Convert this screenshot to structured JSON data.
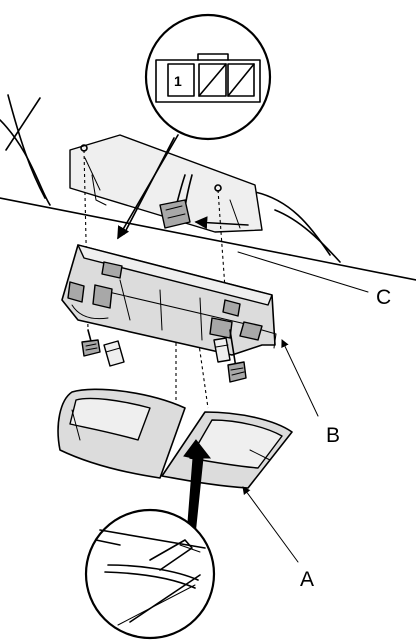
{
  "callouts": {
    "a": "A",
    "b": "B",
    "c": "C"
  },
  "connector": {
    "pin_number": "1"
  }
}
